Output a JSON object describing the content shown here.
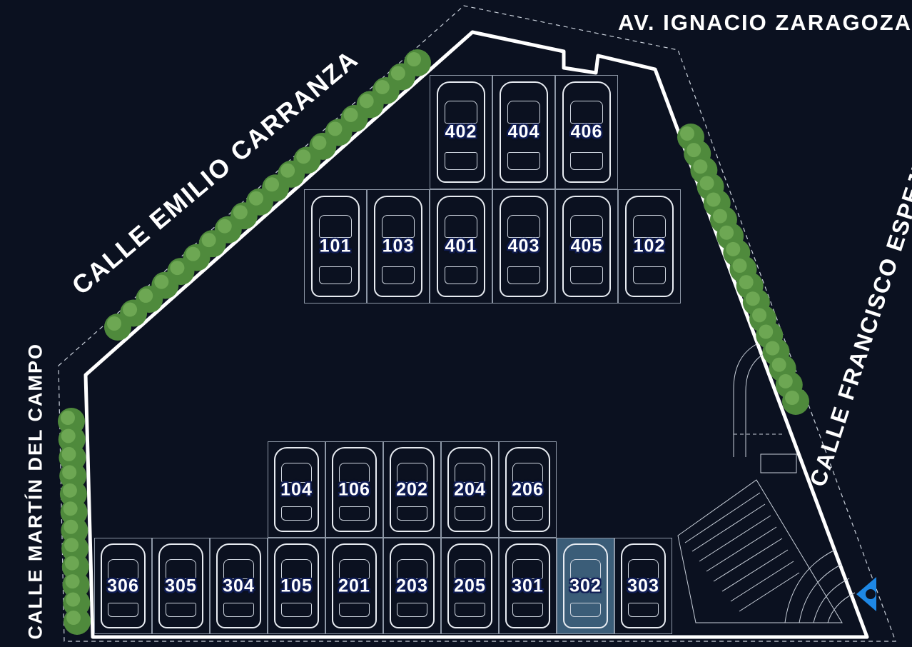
{
  "streets": {
    "north": "AV. IGNACIO ZARAGOZA",
    "northwest": "CALLE EMILIO CARRANZA",
    "west": "CALLE MARTÍN DEL CAMPO",
    "east": "CALLE FRANCISCO ESPEJEL"
  },
  "parking": {
    "top_row": [
      "402",
      "404",
      "406"
    ],
    "middle_row": [
      "101",
      "103",
      "401",
      "403",
      "405",
      "102"
    ],
    "lower_upper_row": [
      "104",
      "106",
      "202",
      "204",
      "206"
    ],
    "bottom_row": [
      "306",
      "305",
      "304",
      "105",
      "201",
      "203",
      "205",
      "301",
      "302",
      "303"
    ],
    "highlighted_space": "302"
  },
  "colors": {
    "background": "#0b1120",
    "lot_outline": "#ffffff",
    "highlight": "#3b5d78",
    "tree": "#4f8a3c",
    "entrance_arrow": "#1e88e5"
  },
  "icons": {
    "entrance": "entrance-arrow-icon",
    "tree": "tree-icon"
  }
}
